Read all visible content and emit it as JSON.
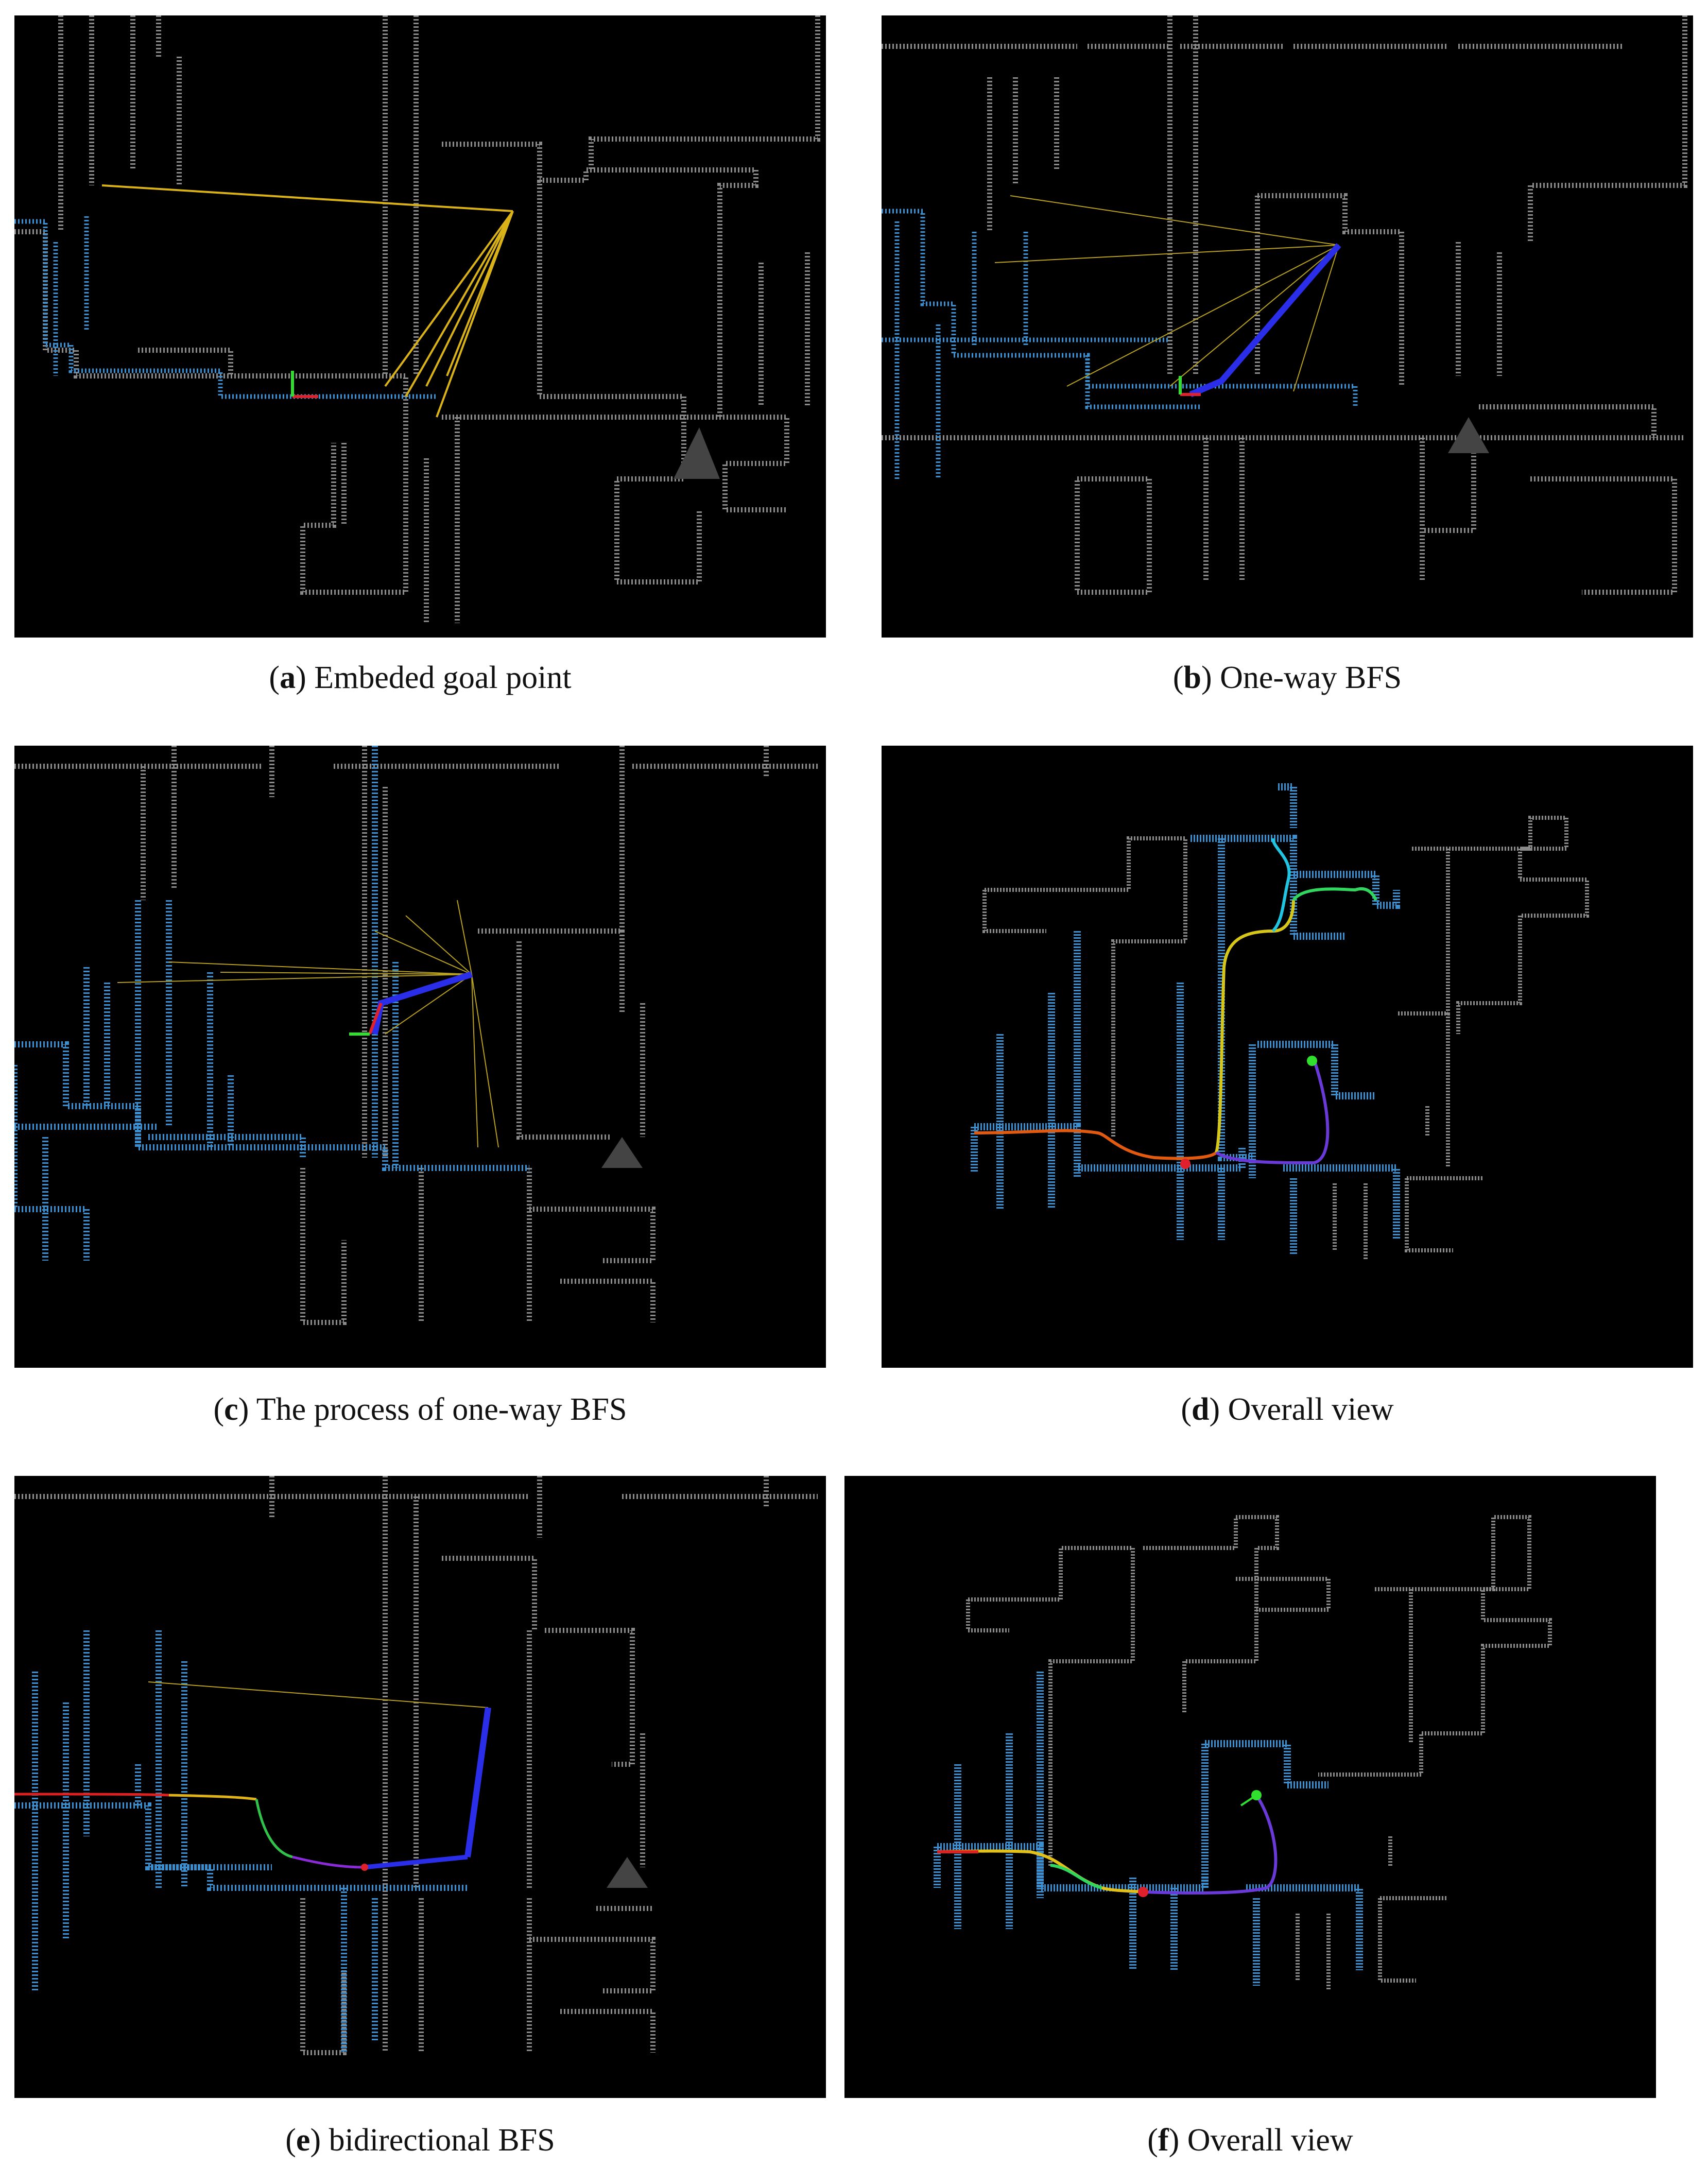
{
  "figure": {
    "panels": [
      {
        "id": "a",
        "letter": "a",
        "caption": "Embeded goal point"
      },
      {
        "id": "b",
        "letter": "b",
        "caption": "One-way BFS"
      },
      {
        "id": "c",
        "letter": "c",
        "caption": "The process of one-way BFS"
      },
      {
        "id": "d",
        "letter": "d",
        "caption": "Overall view"
      },
      {
        "id": "e",
        "letter": "e",
        "caption": "bidirectional BFS"
      },
      {
        "id": "f",
        "letter": "f",
        "caption": "Overall view"
      }
    ]
  },
  "colors": {
    "background": "#000000",
    "wall_gray": "#9a9a9a",
    "explored_blue": "#3a8fd0",
    "ray_yellow": "#d9b21a",
    "path_blue": "#2a2ee8",
    "start_red": "#e0202a",
    "goal_green": "#31e02e"
  }
}
